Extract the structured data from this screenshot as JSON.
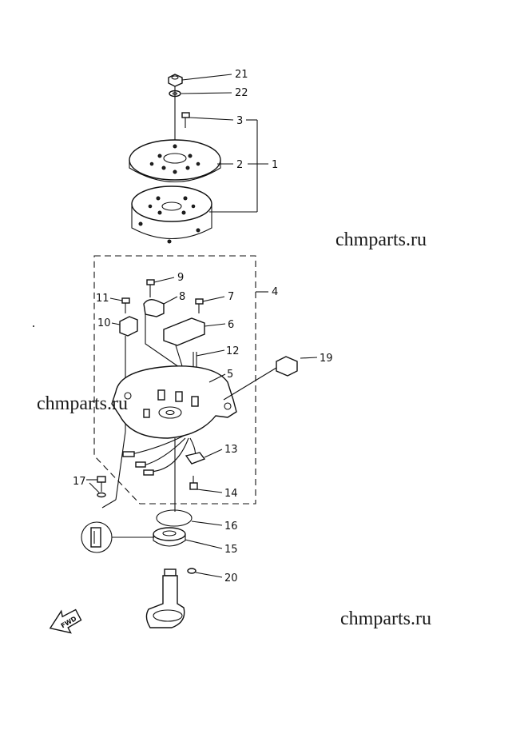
{
  "labels": {
    "p21": "21",
    "p22": "22",
    "p3": "3",
    "p2": "2",
    "p1": "1",
    "p9": "9",
    "p11": "11",
    "p8": "8",
    "p7": "7",
    "p4": "4",
    "p10": "10",
    "p6": "6",
    "p12": "12",
    "p19": "19",
    "p5": "5",
    "p13": "13",
    "p17": "17",
    "p14": "14",
    "p16": "16",
    "p15": "15",
    "p20": "20"
  },
  "watermarks": {
    "top_right": "chmparts.ru",
    "middle_left": "chmparts.ru",
    "bottom_right": "chmparts.ru"
  },
  "arrow": {
    "text": "FWD"
  }
}
